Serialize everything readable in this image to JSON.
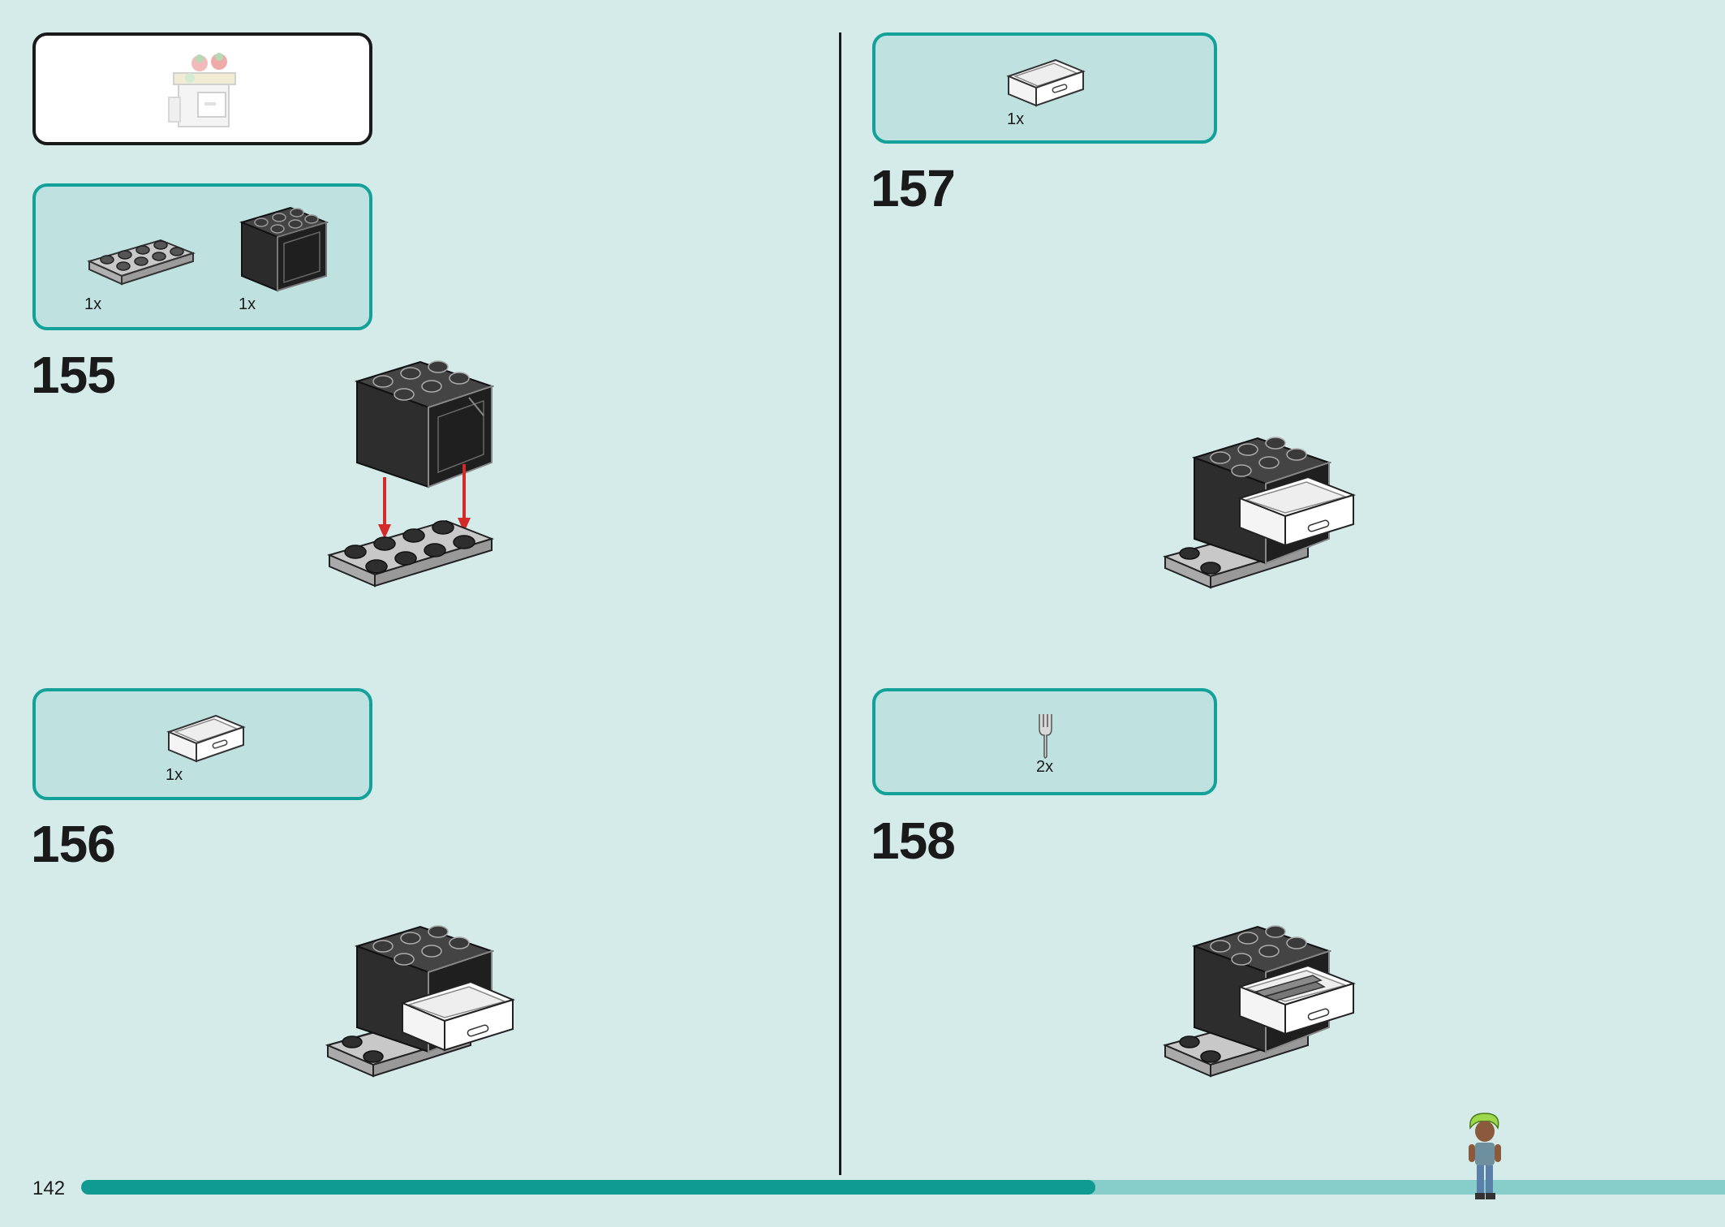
{
  "page": {
    "number": "142",
    "progress": 0.617
  },
  "preview": {
    "icon": "completed-kitchen-counter-model"
  },
  "steps": [
    {
      "number": "155",
      "parts": [
        {
          "qty": "1x",
          "icon": "gray-plate-2x4-icon"
        },
        {
          "qty": "1x",
          "icon": "black-cupboard-2x3x2-icon"
        }
      ]
    },
    {
      "number": "156",
      "parts": [
        {
          "qty": "1x",
          "icon": "white-drawer-icon"
        }
      ]
    },
    {
      "number": "157",
      "parts": [
        {
          "qty": "1x",
          "icon": "white-drawer-icon"
        }
      ]
    },
    {
      "number": "158",
      "parts": [
        {
          "qty": "2x",
          "icon": "cutlery-icon"
        }
      ]
    }
  ],
  "colors": {
    "background": "#d4ebea",
    "parts_border": "#13a19a",
    "parts_fill": "#bfe2e1",
    "progress": "#0f9a92",
    "arrow": "#d42a2a"
  }
}
